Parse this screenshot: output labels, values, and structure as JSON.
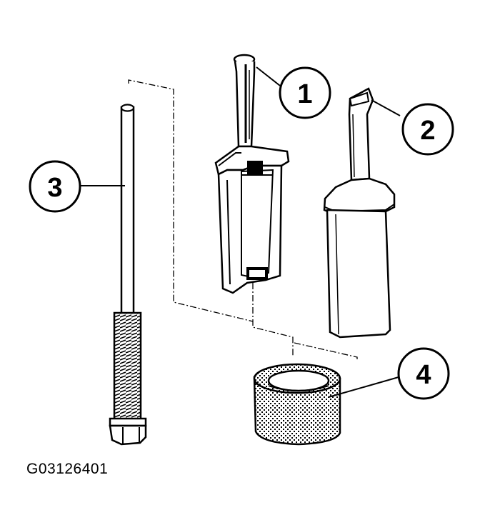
{
  "callouts": [
    {
      "id": "callout-1",
      "label": "1"
    },
    {
      "id": "callout-2",
      "label": "2"
    },
    {
      "id": "callout-3",
      "label": "3"
    },
    {
      "id": "callout-4",
      "label": "4"
    }
  ],
  "figure_id": "G03126401"
}
